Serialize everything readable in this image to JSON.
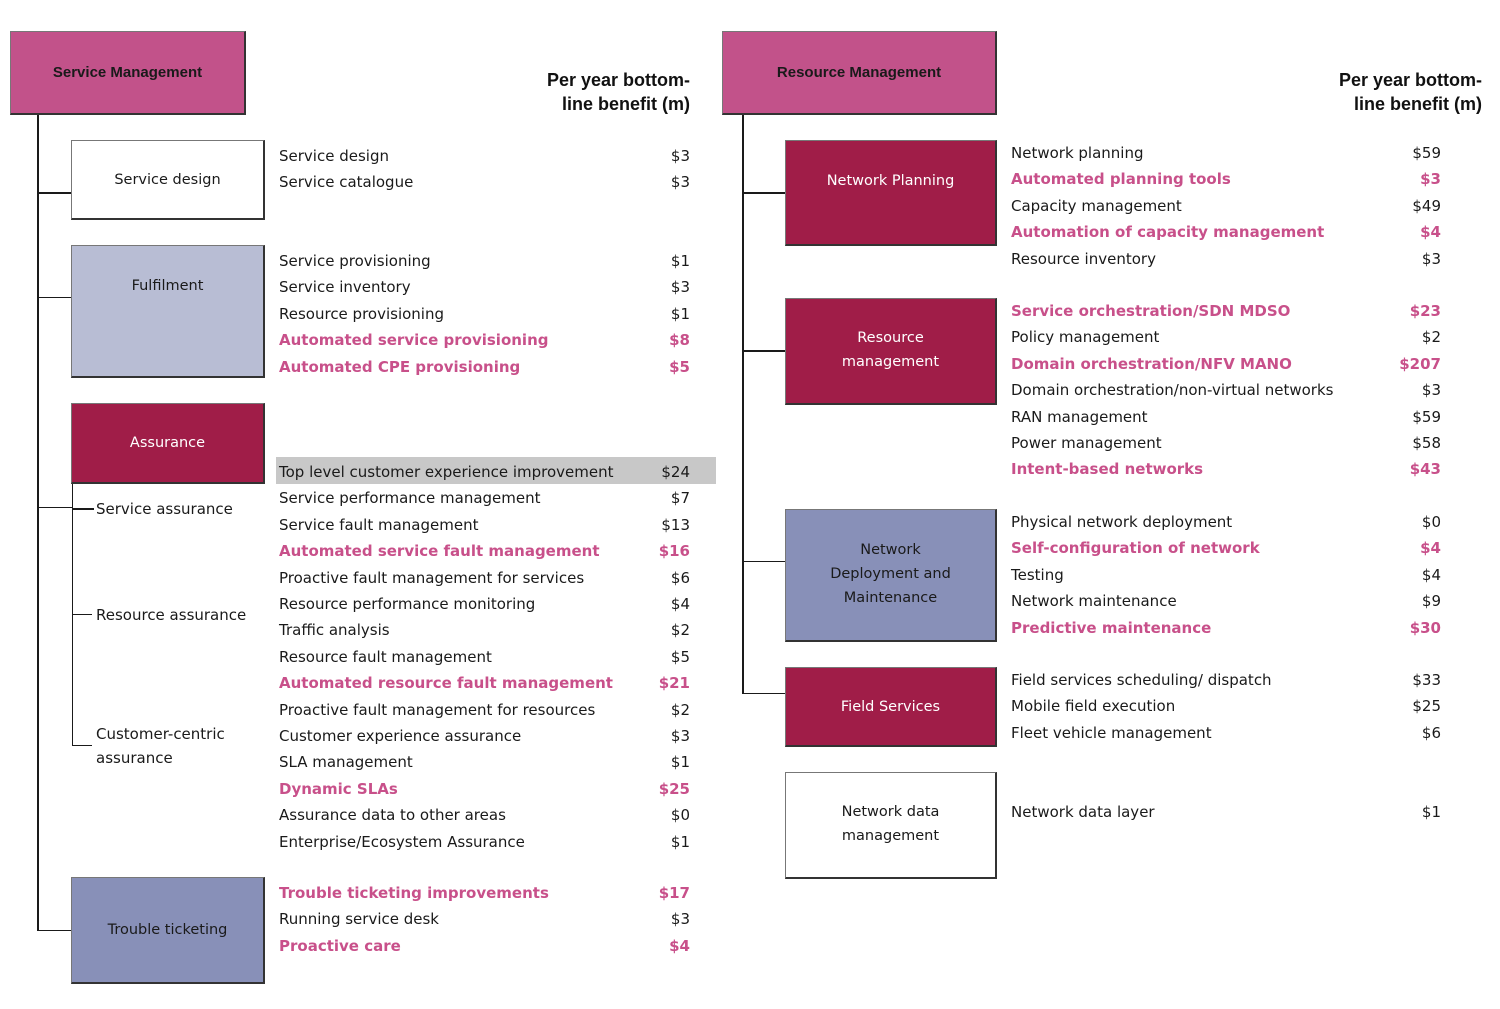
{
  "left": {
    "title": "Service Management",
    "header_line1": "Per year bottom-",
    "header_line2": "line benefit (m)",
    "groups": [
      {
        "label": "Service design",
        "items": [
          [
            "Service design",
            "$3",
            false
          ],
          [
            "Service catalogue",
            "$3",
            false
          ]
        ]
      },
      {
        "label": "Fulfilment",
        "items": [
          [
            "Service provisioning",
            "$1",
            false
          ],
          [
            "Service inventory",
            "$3",
            false
          ],
          [
            "Resource provisioning",
            "$1",
            false
          ],
          [
            "Automated service provisioning",
            "$8",
            true
          ],
          [
            "Automated CPE provisioning",
            "$5",
            true
          ]
        ]
      },
      {
        "label": "Assurance",
        "items": [
          [
            "Top level customer experience improvement",
            "$24",
            false
          ],
          [
            "Service performance management",
            "$7",
            false
          ],
          [
            "Service fault management",
            "$13",
            false
          ],
          [
            "Automated service fault management",
            "$16",
            true
          ],
          [
            "Proactive fault management for services",
            "$6",
            false
          ],
          [
            "Resource performance monitoring",
            "$4",
            false
          ],
          [
            "Traffic analysis",
            "$2",
            false
          ],
          [
            "Resource fault management",
            "$5",
            false
          ],
          [
            "Automated resource fault management",
            "$21",
            true
          ],
          [
            "Proactive fault management for resources",
            "$2",
            false
          ],
          [
            "Customer experience assurance",
            "$3",
            false
          ],
          [
            "SLA management",
            "$1",
            false
          ],
          [
            "Dynamic SLAs",
            "$25",
            true
          ],
          [
            "Assurance data to other areas",
            "$0",
            false
          ],
          [
            "Enterprise/Ecosystem Assurance",
            "$1",
            false
          ]
        ]
      },
      {
        "label": "Trouble ticketing",
        "items": [
          [
            "Trouble ticketing improvements",
            "$17",
            true
          ],
          [
            "Running service desk",
            "$3",
            false
          ],
          [
            "Proactive care",
            "$4",
            true
          ]
        ]
      }
    ],
    "sub_labels": [
      "Service assurance",
      "Resource assurance",
      "Customer-centric",
      "assurance"
    ]
  },
  "right": {
    "title": "Resource Management",
    "header_line1": "Per year bottom-",
    "header_line2": "line benefit (m)",
    "groups": [
      {
        "label": "Network Planning",
        "items": [
          [
            "Network planning",
            "$59",
            false
          ],
          [
            "Automated planning tools",
            "$3",
            true
          ],
          [
            "Capacity management",
            "$49",
            false
          ],
          [
            "Automation of capacity management",
            "$4",
            true
          ],
          [
            "Resource inventory",
            "$3",
            false
          ]
        ]
      },
      {
        "label_lines": [
          "Resource",
          "management"
        ],
        "items": [
          [
            "Service orchestration/SDN MDSO",
            "$23",
            true
          ],
          [
            "Policy management",
            "$2",
            false
          ],
          [
            "Domain orchestration/NFV MANO",
            "$207",
            true
          ],
          [
            "Domain orchestration/non-virtual networks",
            "$3",
            false
          ],
          [
            "RAN management",
            "$59",
            false
          ],
          [
            "Power management",
            "$58",
            false
          ],
          [
            "Intent-based networks",
            "$43",
            true
          ]
        ]
      },
      {
        "label_lines": [
          "Network",
          "Deployment and",
          "Maintenance"
        ],
        "items": [
          [
            "Physical network deployment",
            "$0",
            false
          ],
          [
            "Self-configuration of network",
            "$4",
            true
          ],
          [
            "Testing",
            "$4",
            false
          ],
          [
            "Network maintenance",
            "$9",
            false
          ],
          [
            "Predictive maintenance",
            "$30",
            true
          ]
        ]
      },
      {
        "label": "Field Services",
        "items": [
          [
            "Field services scheduling/ dispatch",
            "$33",
            false
          ],
          [
            "Mobile field execution",
            "$25",
            false
          ],
          [
            "Fleet vehicle management",
            "$6",
            false
          ]
        ]
      },
      {
        "label_lines": [
          "Network data",
          "management"
        ],
        "items": [
          [
            "Network data layer",
            "$1",
            false
          ]
        ]
      }
    ]
  }
}
